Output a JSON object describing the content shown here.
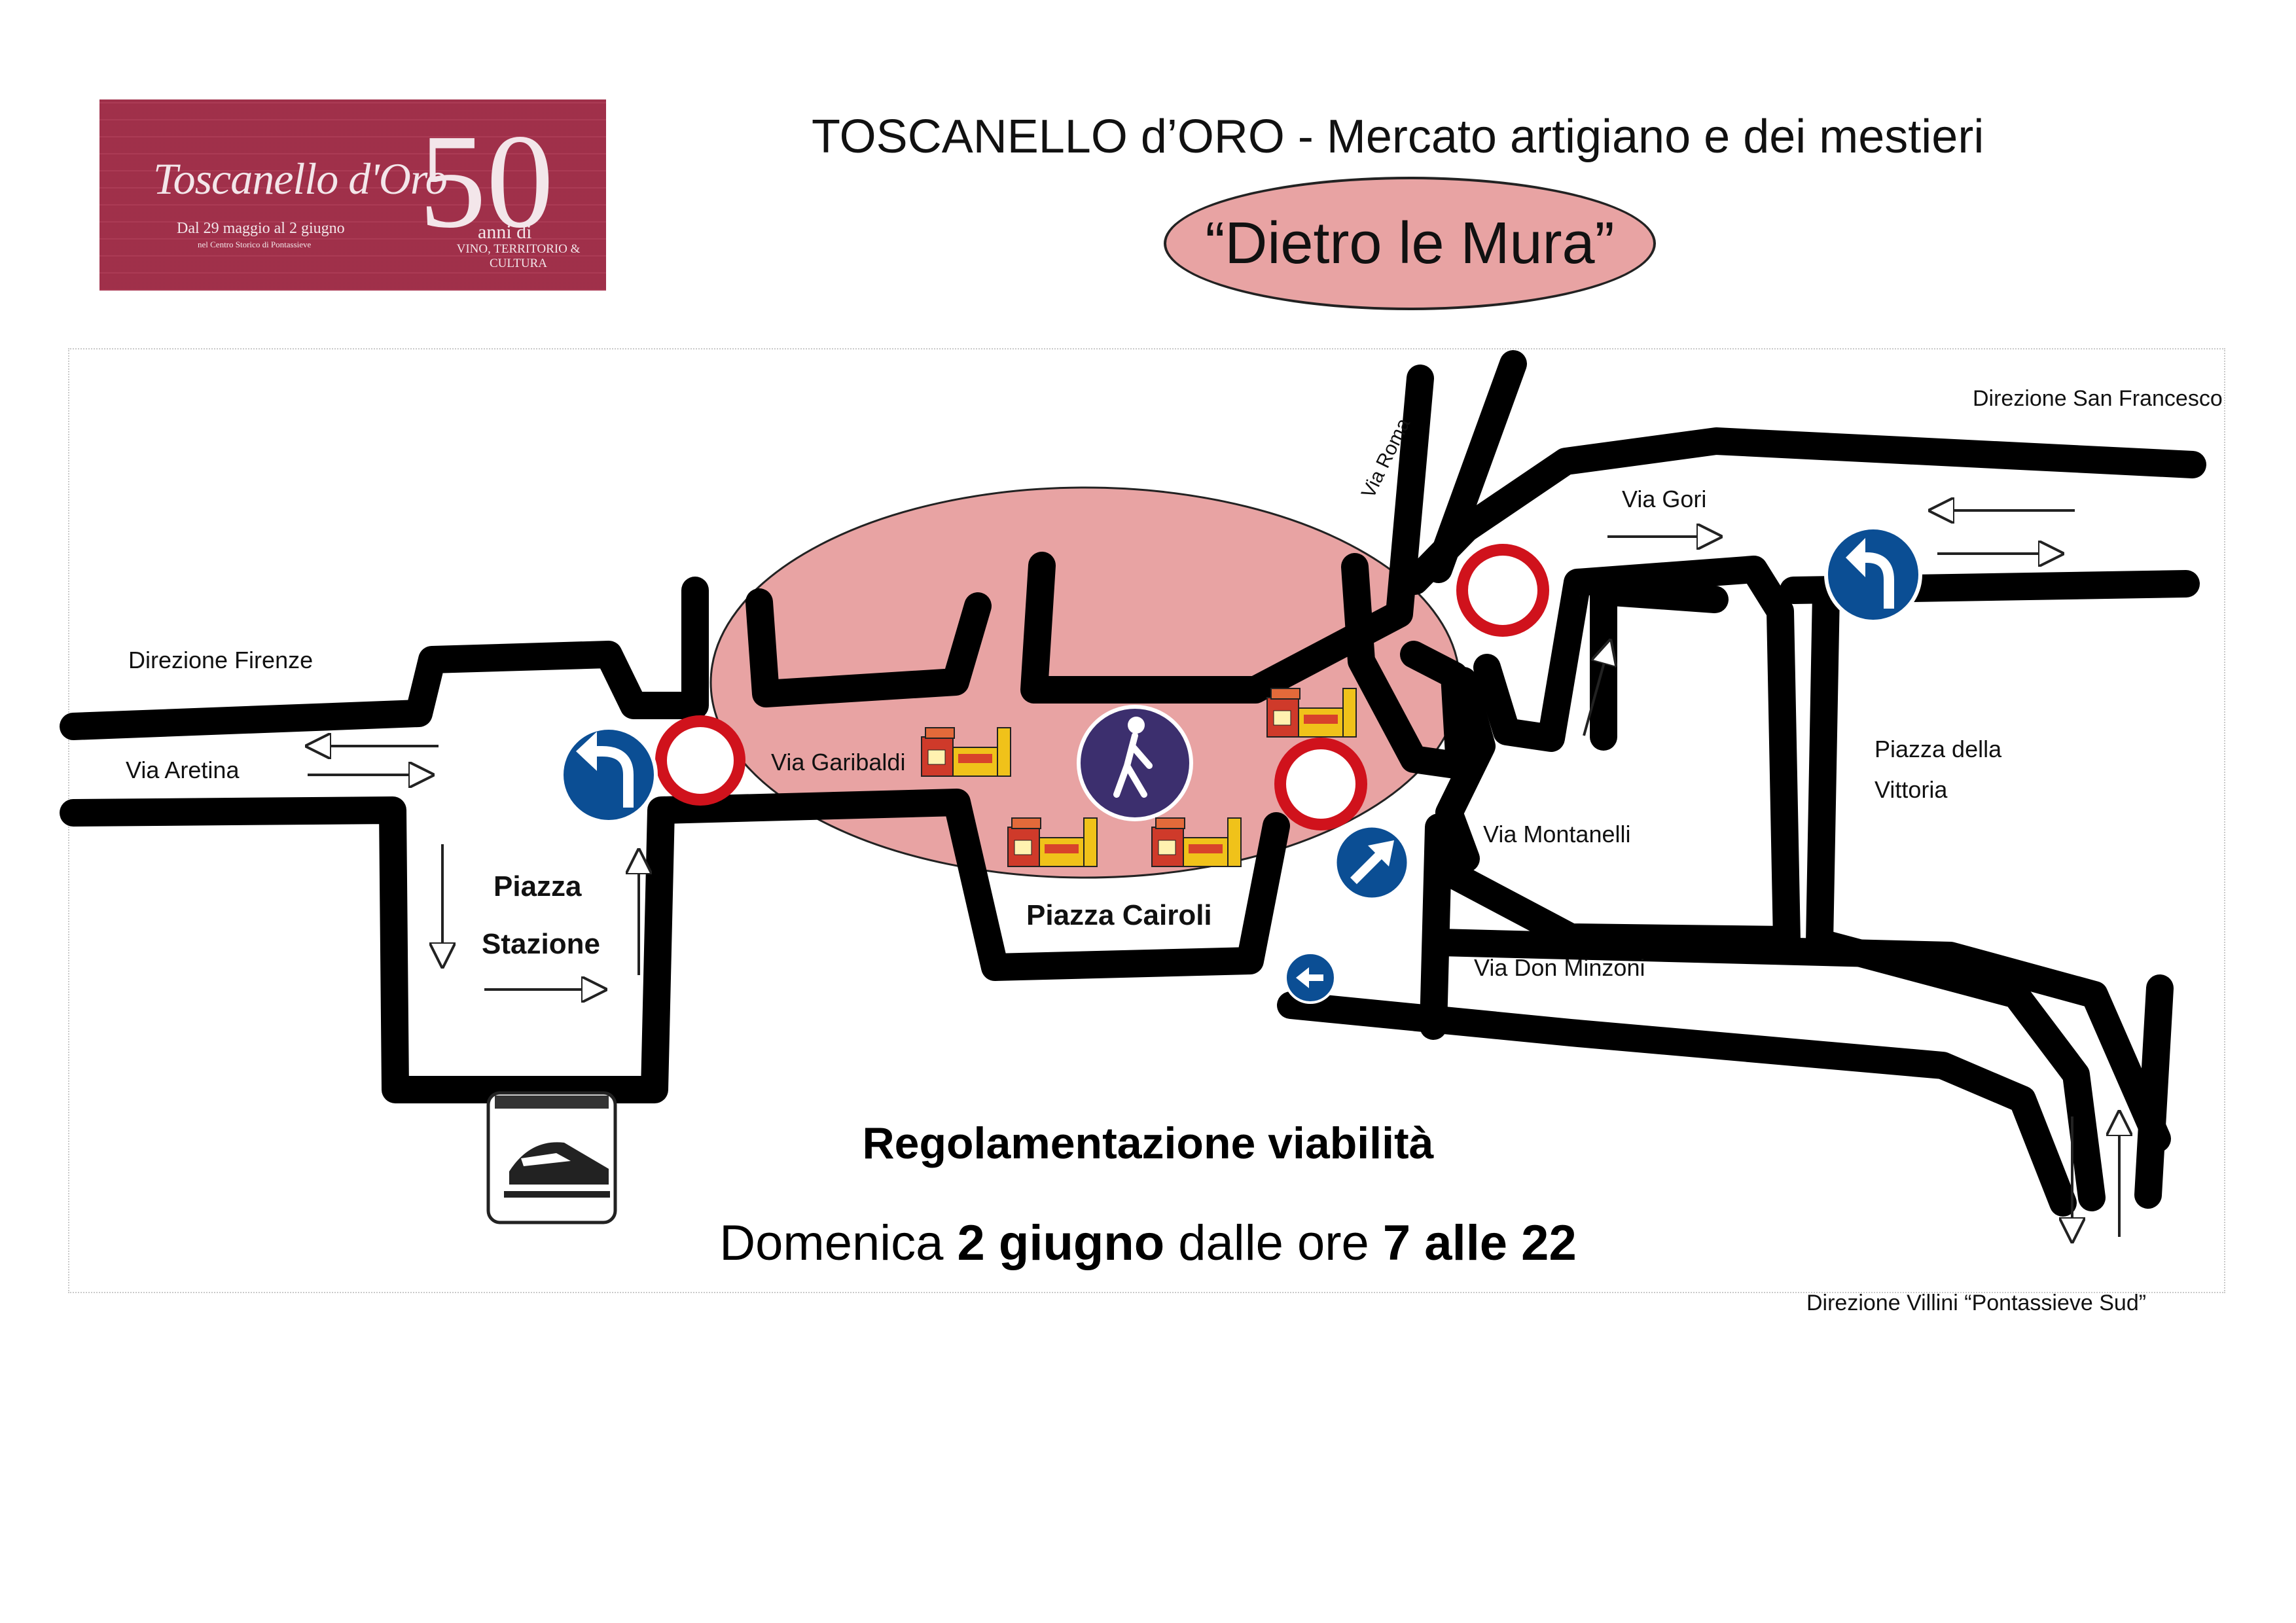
{
  "logo": {
    "brand": "Toscanello d'Oro",
    "number": "50",
    "anni": "anni di",
    "tagline": "VINO, TERRITORIO & CULTURA",
    "dates": "Dal 29 maggio al 2 giugno",
    "place": "nel Centro Storico di Pontassieve"
  },
  "header": {
    "title": "TOSCANELLO d’ORO - Mercato artigiano e dei mestieri",
    "subtitle": "“Dietro le Mura”"
  },
  "labels": {
    "direzione_firenze": "Direzione Firenze",
    "via_aretina": "Via  Aretina",
    "piazza_stazione_1": "Piazza",
    "piazza_stazione_2": "Stazione",
    "via_garibaldi": "Via Garibaldi",
    "piazza_cairoli": "Piazza Cairoli",
    "via_roma": "Via Roma",
    "via_gori": "Via Gori",
    "direzione_san_francesco": "Direzione San Francesco",
    "piazza_vittoria_1": "Piazza della",
    "piazza_vittoria_2": "Vittoria",
    "via_montanelli": "Via Montanelli",
    "via_don_minzoni": "Via Don Minzoni",
    "direzione_villini": "Direzione Villini “Pontassieve Sud”"
  },
  "footer": {
    "regulation": "Regolamentazione viabilità",
    "schedule_pre": "Domenica ",
    "schedule_day": "2 giugno",
    "schedule_mid": " dalle ore ",
    "schedule_time": "7 alle 22"
  },
  "colors": {
    "zone_fill": "#e8a3a3",
    "sign_blue": "#0b4e94",
    "sign_red": "#d0121c",
    "logo_bg": "#a8334e",
    "pedestrian_sign": "#3c2f6e",
    "road": "#000000"
  },
  "icons": [
    "no-entry-sign-icon",
    "turn-left-sign-icon",
    "pedestrian-zone-icon",
    "market-stall-icon",
    "train-station-icon",
    "direction-arrow-sign-icon"
  ]
}
